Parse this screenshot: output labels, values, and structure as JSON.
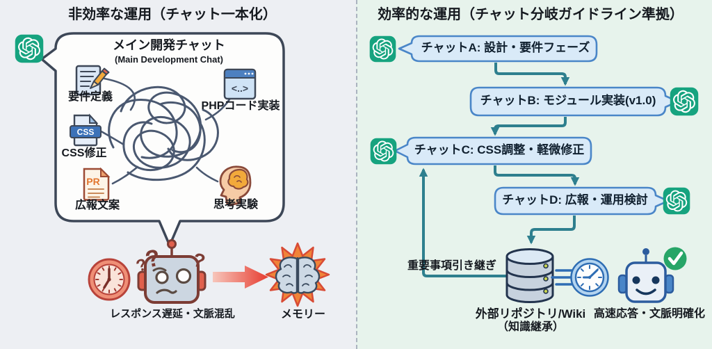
{
  "left_panel": {
    "title": "非効率な運用（チャット一本化）",
    "main_chat": {
      "title": "メイン開発チャット",
      "subtitle": "(Main Development Chat)",
      "topics": [
        {
          "label": "要件定義",
          "icon": "document-pencil-icon"
        },
        {
          "label": "PHPコード実装",
          "icon": "code-window-icon"
        },
        {
          "label": "CSS修正",
          "icon": "css-file-icon"
        },
        {
          "label": "広報文案",
          "icon": "pr-document-icon"
        },
        {
          "label": "思考実験",
          "icon": "head-brain-icon"
        }
      ],
      "code_window_glyph": "<..>",
      "css_badge": "CSS",
      "pr_badge": "PR"
    },
    "question_marks": [
      "?",
      "?",
      "?"
    ],
    "problem_label": "レスポンス遅延・文脈混乱",
    "result_label": "メモリー"
  },
  "right_panel": {
    "title": "効率的な運用（チャット分岐ガイドライン準拠）",
    "chats": [
      {
        "label": "チャットA: 設計・要件フェーズ",
        "logo_side": "left"
      },
      {
        "label": "チャットB: モジュール実装(v1.0)",
        "logo_side": "right"
      },
      {
        "label": "チャットC: CSS調整・軽微修正",
        "logo_side": "left"
      },
      {
        "label": "チャットD: 広報・運用検討",
        "logo_side": "right"
      }
    ],
    "handover_label": "重要事項引き継ぎ",
    "repository_label": "外部リポジトリ/Wiki",
    "repository_sublabel": "（知識継承）",
    "benefit_label": "高速応答・文脈明確化"
  },
  "colors": {
    "left_bg": "#edeff3",
    "right_bg": "#e7f3ec",
    "openai_green": "#16a37f",
    "chat_bubble_fill": "#d9eaf8",
    "chat_bubble_border": "#4a86c8",
    "flow_arrow_teal": "#2e7f8e",
    "alert_red": "#e7392e",
    "outline_dark": "#3d4757"
  }
}
